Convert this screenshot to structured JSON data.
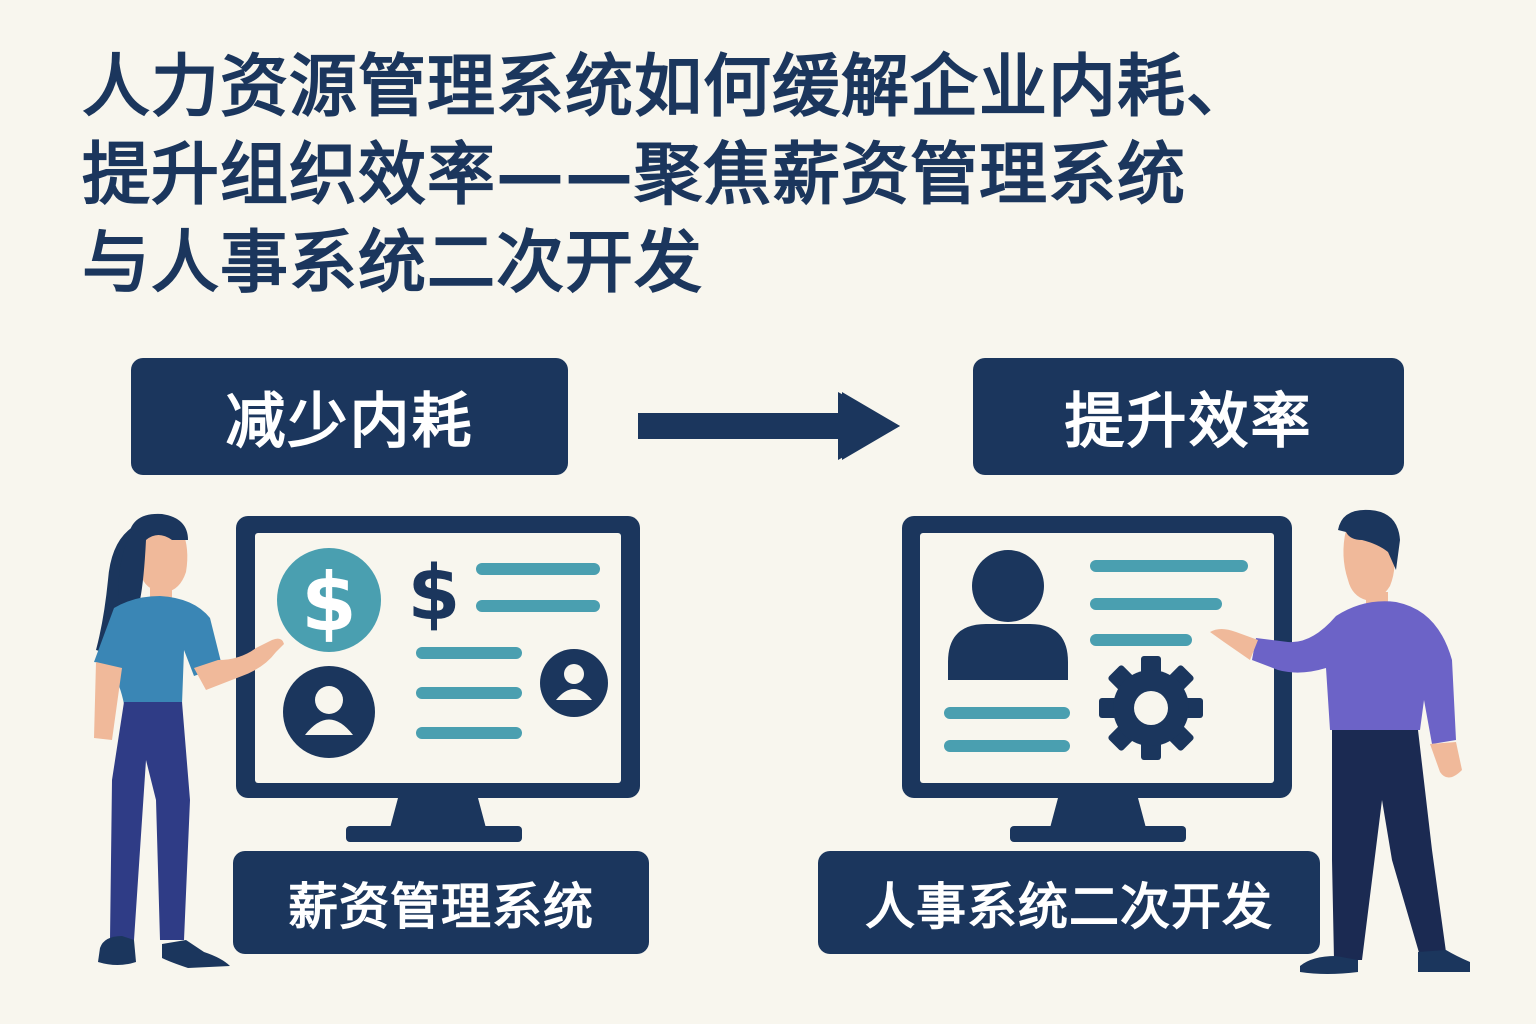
{
  "title": {
    "line1": "人力资源管理系统如何缓解企业内耗、",
    "line2": "提升组织效率——聚焦薪资管理系统",
    "line3": "与人事系统二次开发"
  },
  "left": {
    "heading": "减少内耗",
    "caption": "薪资管理系统",
    "screen_icons": [
      "dollar-circle-icon",
      "dollar-icon",
      "user-circle-icon",
      "user-circle-icon"
    ]
  },
  "right": {
    "heading": "提升效率",
    "caption": "人事系统二次开发",
    "screen_icons": [
      "user-icon",
      "gear-icon"
    ]
  },
  "colors": {
    "navy": "#1b365d",
    "teal": "#4a9fb0",
    "background": "#f8f6ee",
    "woman_shirt": "#3a86b5",
    "man_shirt": "#6c63c7"
  }
}
